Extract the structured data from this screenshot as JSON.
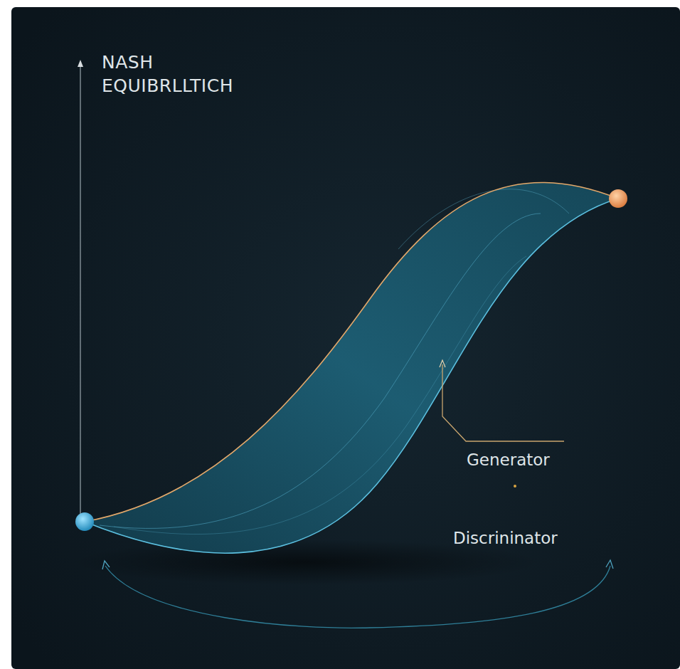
{
  "diagram": {
    "labels": [
      "NASH EQUIBRLLTICH",
      "Generator",
      "Discrininator"
    ]
  }
}
